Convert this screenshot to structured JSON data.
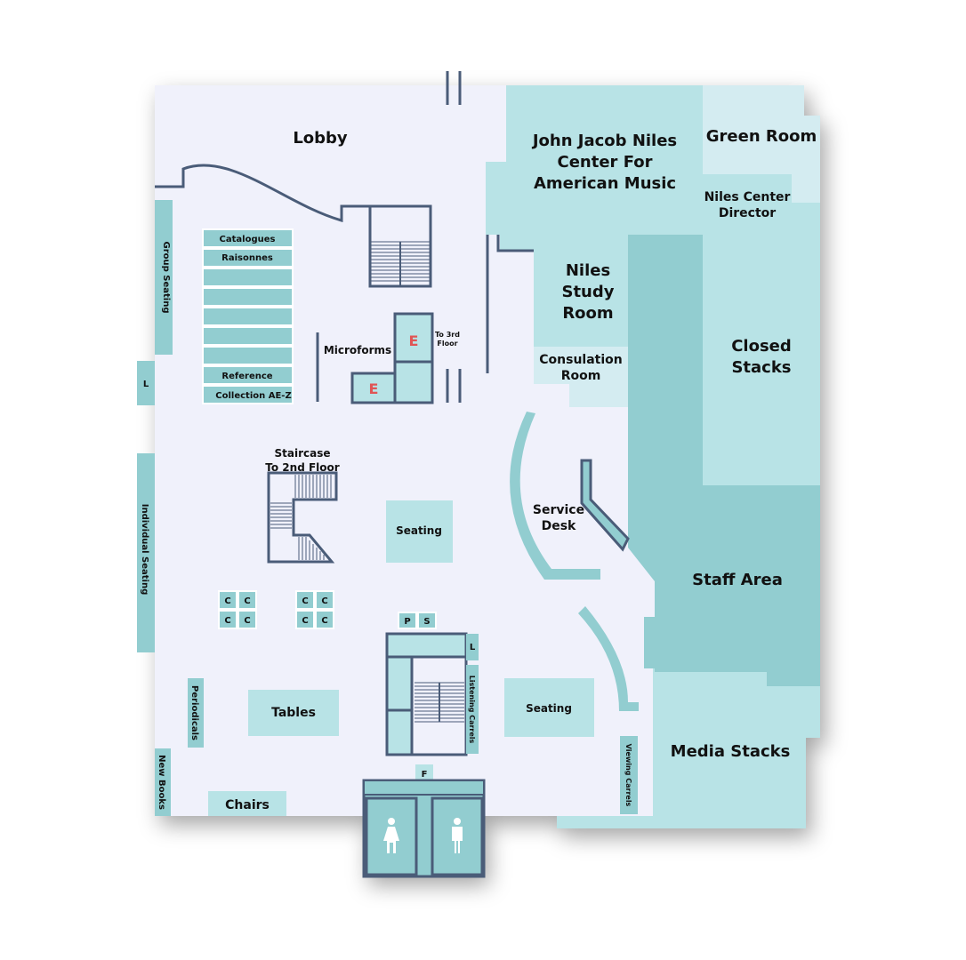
{
  "colors": {
    "floor": "#f0f1fb",
    "light_room": "#b8e3e6",
    "dark_room": "#92cdd0",
    "pale_room": "#d4ecf1",
    "wall": "#4a5c78",
    "elevator_text": "#e05555"
  },
  "rooms": {
    "lobby": "Lobby",
    "niles_center": [
      "John Jacob Niles",
      "Center For",
      "American Music"
    ],
    "green_room": "Green Room",
    "niles_director": [
      "Niles Center",
      "Director"
    ],
    "niles_study": [
      "Niles",
      "Study",
      "Room"
    ],
    "consultation": [
      "Consulation",
      "Room"
    ],
    "closed_stacks": [
      "Closed",
      "Stacks"
    ],
    "staff_area": "Staff Area",
    "media_stacks": "Media Stacks",
    "service_desk": [
      "Service",
      "Desk"
    ]
  },
  "left_area": {
    "group_seating": "Group Seating",
    "l_left": "L",
    "individual_seating": "Individual Seating",
    "periodicals": "Periodicals",
    "new_books": "New Books",
    "chairs": "Chairs",
    "tables": "Tables"
  },
  "shelves": {
    "catalogues": "Catalogues",
    "raisonnes": "Raisonnes",
    "reference": "Reference",
    "collection": "Collection AE-Z"
  },
  "center": {
    "microforms": "Microforms",
    "elevator": "E",
    "to_3rd": [
      "To 3rd",
      "Floor"
    ],
    "staircase": [
      "Staircase",
      "To 2nd Floor"
    ],
    "seating_center": "Seating",
    "seating_right": "Seating",
    "computer": "C",
    "p_box": "P",
    "s_box": "S",
    "l_box": "L",
    "listening": "Listening Carrels",
    "viewing": "Viewing Carrels",
    "f_box": "F"
  }
}
